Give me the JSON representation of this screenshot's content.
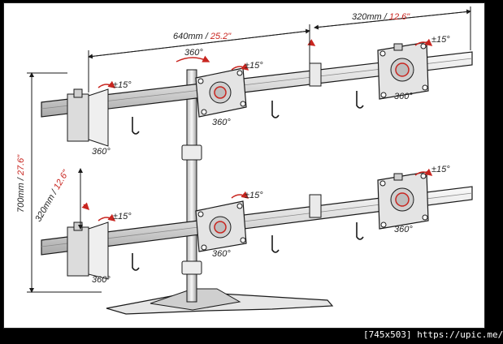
{
  "dimensions": {
    "width_mm": "640mm",
    "width_in": "25.2\"",
    "spacing_mm": "320mm",
    "spacing_in": "12.6\"",
    "height_mm": "700mm",
    "height_in": "27.6\"",
    "vspacing_mm": "320mm",
    "vspacing_in": "12.6\"",
    "separator": " / "
  },
  "labels": {
    "rotation": "360°",
    "tilt": "±15°"
  },
  "colors": {
    "accent_red": "#c8251f",
    "line": "#1a1a1a",
    "metal_light": "#e9e9e9",
    "metal_dark": "#8a8a8a"
  },
  "caption": "[745x503] https://upic.me/"
}
